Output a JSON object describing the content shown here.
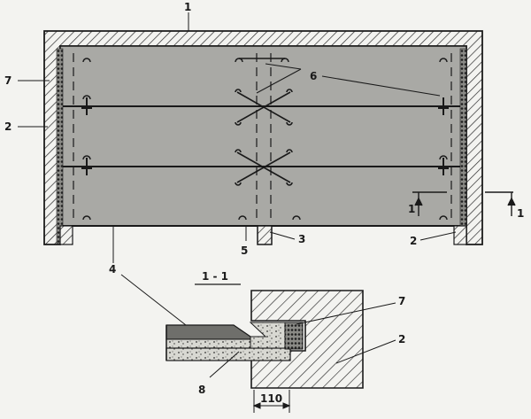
{
  "labels": {
    "wall_top": "1",
    "section_mark_left": "1",
    "section_mark_right": "1",
    "wall_left": "2",
    "wall_right": "2",
    "section_wall": "2",
    "column": "3",
    "panel": "4",
    "loop_bottom": "5",
    "anchors": "6",
    "seal_left": "7",
    "section_seal": "7",
    "section_base": "8",
    "section_title": "1 - 1",
    "dimension": "110"
  },
  "colors": {
    "ink": "#1a1a1a",
    "panel_fill": "#a9a9a5",
    "paper": "#f3f3f0",
    "hatch": "#2a2a2a"
  }
}
